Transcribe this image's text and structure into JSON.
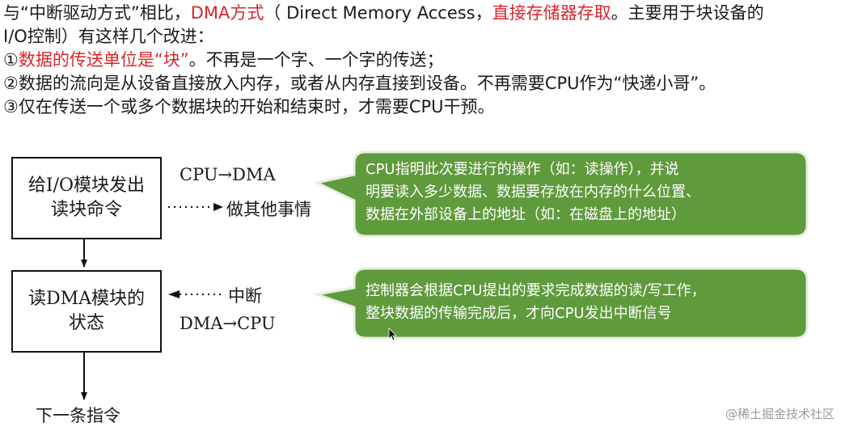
{
  "intro": {
    "line1": {
      "a": "与“中断驱动方式”相比，",
      "b": "DMA方式",
      "c": "（ Direct Memory Access，",
      "d": "直接存储器存取",
      "e": "。主要用于块设备的"
    },
    "line2": "I/O控制）有这样几个改进：",
    "point1": {
      "num": "①",
      "red": "数据的传送单位是“块”",
      "rest": "。不再是一个字、一个字的传送；"
    },
    "point2": "②数据的流向是从设备直接放入内存，或者从内存直接到设备。不再需要CPU作为“快递小哥”。",
    "point3": "③仅在传送一个或多个数据块的开始和结束时，才需要CPU干预。"
  },
  "diagram": {
    "box1": {
      "line1": "给I/O模块发出",
      "line2": "读块命令"
    },
    "box2": {
      "line1": "读DMA模块的",
      "line2": "状态"
    },
    "cpu_to_dma": "CPU→DMA",
    "do_other": "做其他事情",
    "interrupt": "中断",
    "dma_to_cpu": "DMA→CPU",
    "next_instruction": "下一条指令"
  },
  "callout1": {
    "lines": [
      "CPU指明此次要进行的操作（如：读操作），并说",
      "明要读入多少数据、数据要存放在内存的什么位置、",
      "数据在外部设备上的地址（如：在磁盘上的地址）"
    ]
  },
  "callout2": {
    "lines": [
      "控制器会根据CPU提出的要求完成数据的读/写工作，",
      "整块数据的传输完成后，才向CPU发出中断信号"
    ]
  },
  "watermark": "@稀土掘金技术社区",
  "colors": {
    "highlight": "#d9262c",
    "callout_fill": "#5f9a3c",
    "callout_border": "#e6eee0"
  }
}
